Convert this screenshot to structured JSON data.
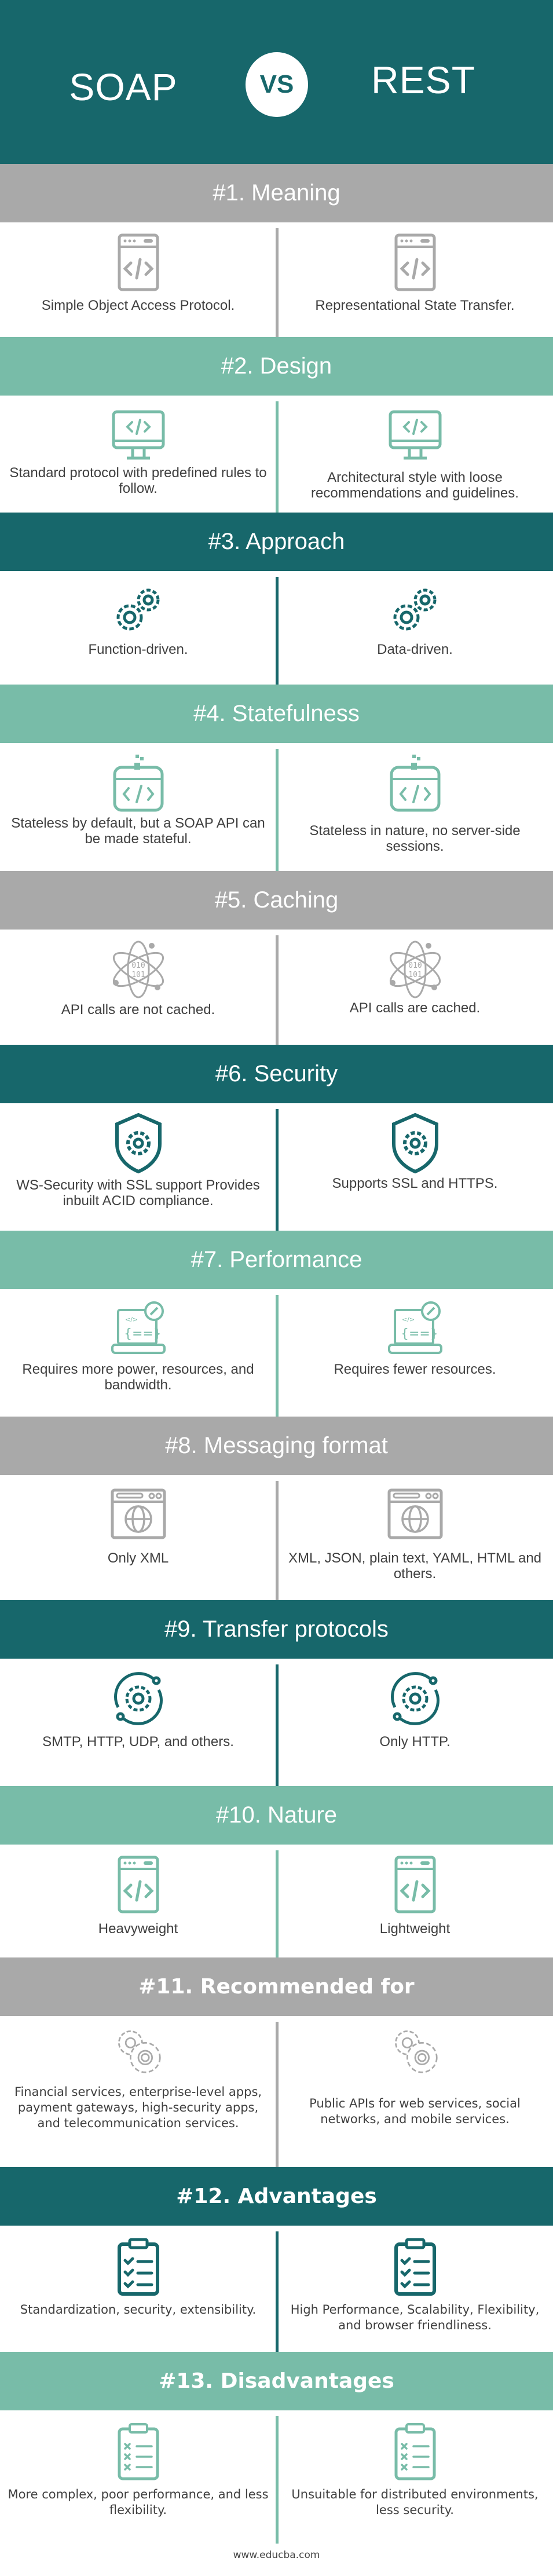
{
  "header": {
    "left_title": "SOAP",
    "vs_label": "VS",
    "right_title": "REST"
  },
  "colors": {
    "dark": "#17676b",
    "green": "#78bca8",
    "gray": "#a9a9a9",
    "text": "#404040"
  },
  "sections": [
    {
      "title": "#1. Meaning",
      "color": "gray",
      "icon": "code-window-icon",
      "soap": "Simple Object Access Protocol.",
      "rest": "Representational State Transfer."
    },
    {
      "title": "#2. Design",
      "color": "green",
      "icon": "monitor-code-icon",
      "soap": "Standard protocol with predefined rules to follow.",
      "rest": "Architectural style with loose recommendations and guidelines."
    },
    {
      "title": "#3. Approach",
      "color": "dark",
      "icon": "gears-icon",
      "soap": "Function-driven.",
      "rest": "Data-driven."
    },
    {
      "title": "#4. Statefulness",
      "color": "green",
      "icon": "code-window-pixels-icon",
      "soap": "Stateless by default, but a SOAP API can be made stateful.",
      "rest": "Stateless in nature, no server-side sessions."
    },
    {
      "title": "#5. Caching",
      "color": "gray",
      "icon": "atom-binary-icon",
      "soap": "API calls are not cached.",
      "rest": "API calls are cached."
    },
    {
      "title": "#6. Security",
      "color": "dark",
      "icon": "shield-gear-icon",
      "soap": "WS-Security with SSL support Provides inbuilt ACID compliance.",
      "rest": "Supports SSL and HTTPS."
    },
    {
      "title": "#7. Performance",
      "color": "green",
      "icon": "laptop-code-icon",
      "soap": "Requires more power, resources, and bandwidth.",
      "rest": "Requires fewer resources."
    },
    {
      "title": "#8. Messaging format",
      "color": "gray",
      "icon": "browser-globe-icon",
      "soap": "Only XML",
      "rest": "XML, JSON, plain text, YAML, HTML and others."
    },
    {
      "title": "#9. Transfer protocols",
      "color": "dark",
      "icon": "gear-cycle-icon",
      "soap": "SMTP, HTTP, UDP, and others.",
      "rest": "Only HTTP."
    },
    {
      "title": "#10. Nature",
      "color": "green",
      "icon": "code-window-icon",
      "soap": "Heavyweight",
      "rest": "Lightweight"
    },
    {
      "title": "#11. Recommended for",
      "color": "gray",
      "icon": "gears-outline-icon",
      "soap": "Financial services, enterprise-level apps, payment gateways, high-security apps, and telecommunication services.",
      "rest": "Public APIs for web services, social networks, and mobile services."
    },
    {
      "title": "#12. Advantages",
      "color": "dark",
      "icon": "clipboard-check-icon",
      "soap": "Standardization, security, extensibility.",
      "rest": "High Performance, Scalability, Flexibility, and browser friendliness."
    },
    {
      "title": "#13. Disadvantages",
      "color": "green",
      "icon": "clipboard-x-icon",
      "soap": "More complex, poor performance, and less flexibility.",
      "rest": "Unsuitable for distributed environments, less security."
    }
  ],
  "footer": {
    "site": "www.educba.com"
  }
}
